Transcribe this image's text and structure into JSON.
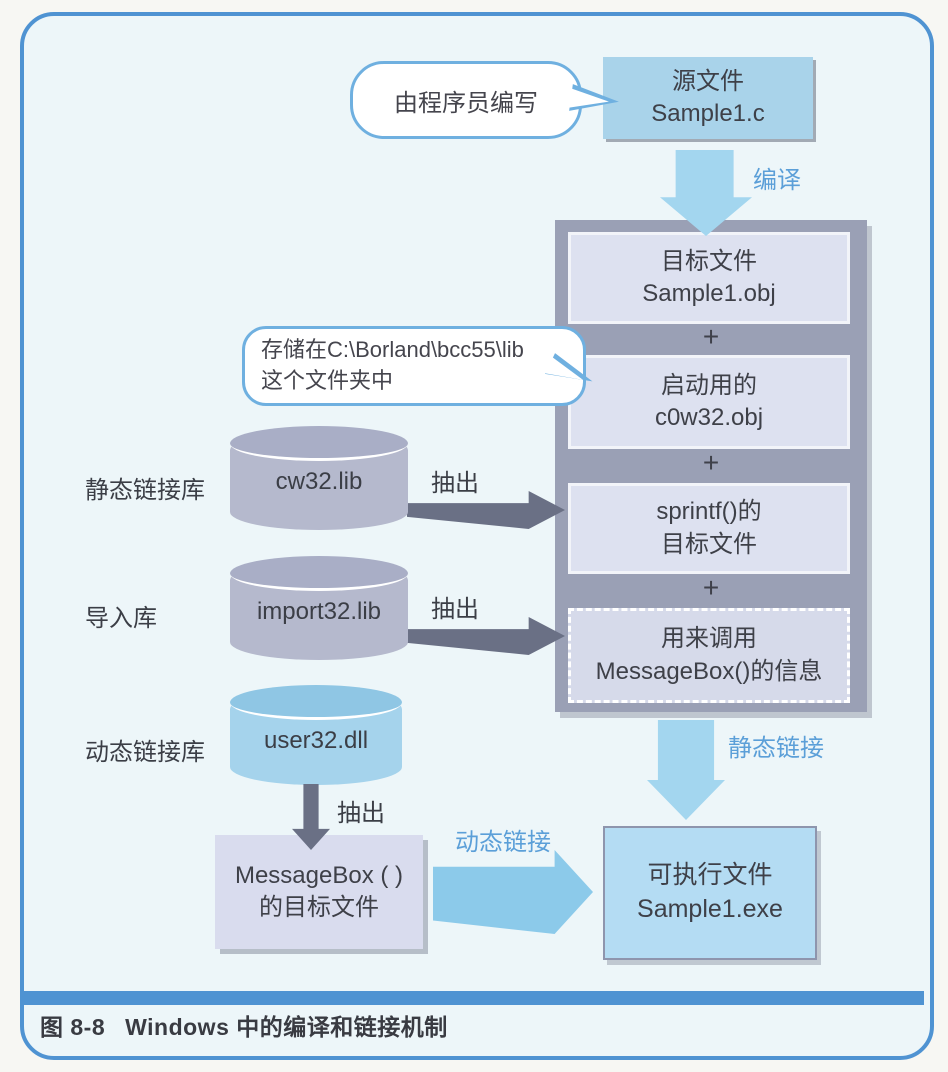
{
  "figure": {
    "caption_prefix": "图 8-8",
    "caption_title": "Windows 中的编译和链接机制"
  },
  "callouts": {
    "programmer": "由程序员编写",
    "storage": {
      "line1": "存储在C:\\Borland\\bcc55\\lib",
      "line2": "这个文件夹中"
    }
  },
  "nodes": {
    "source_file": {
      "line1": "源文件",
      "line2": "Sample1.c"
    },
    "object_file": {
      "line1": "目标文件",
      "line2": "Sample1.obj"
    },
    "startup_obj": {
      "line1": "启动用的",
      "line2": "c0w32.obj"
    },
    "sprintf_obj": {
      "line1": "sprintf()的",
      "line2": "目标文件"
    },
    "messagebox_info": {
      "line1": "用来调用",
      "line2": "MessageBox()的信息"
    },
    "messagebox_obj": {
      "line1": "MessageBox ( )",
      "line2": "的目标文件"
    },
    "executable": {
      "line1": "可执行文件",
      "line2": "Sample1.exe"
    },
    "plus_sign": "+"
  },
  "libraries": {
    "static": {
      "label": "静态链接库",
      "file": "cw32.lib"
    },
    "import": {
      "label": "导入库",
      "file": "import32.lib"
    },
    "dynamic": {
      "label": "动态链接库",
      "file": "user32.dll"
    }
  },
  "arrow_labels": {
    "compile": "编译",
    "extract": "抽出",
    "static_link": "静态链接",
    "dynamic_link": "动态链接"
  },
  "colors": {
    "frame_border": "#4f93d2",
    "frame_fill": "#edf6f9",
    "blue_arrow": "#a3d6ef",
    "blue_label": "#5b9fd8",
    "gray_container": "#9aa0b5",
    "inner_box": "#dde1f0",
    "dark_arrow": "#6a7085",
    "source_box": "#a9d3ea",
    "exe_box": "#b4dcf3",
    "lavender_box": "#d9dcee",
    "gray_cylinder": "#b5b9cd",
    "blue_cylinder": "#a5d3ec"
  }
}
